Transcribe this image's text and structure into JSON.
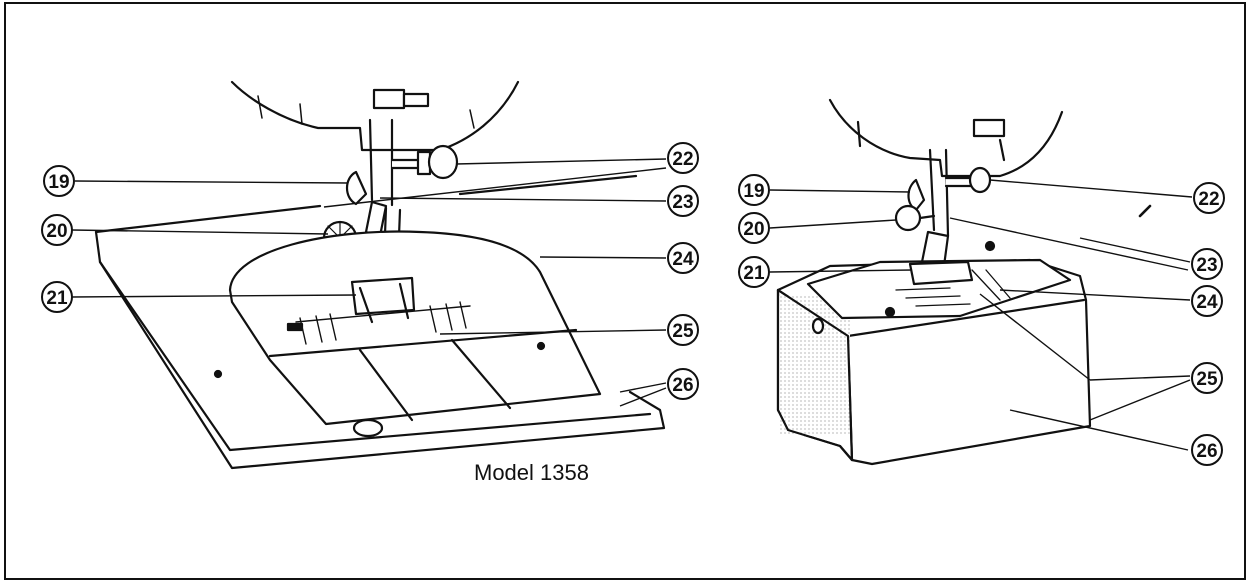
{
  "model_label": "Model 1358",
  "left_callouts": [
    {
      "id": "c19",
      "label": "19"
    },
    {
      "id": "c20",
      "label": "20"
    },
    {
      "id": "c21",
      "label": "21"
    },
    {
      "id": "c22",
      "label": "22"
    },
    {
      "id": "c23",
      "label": "23"
    },
    {
      "id": "c24",
      "label": "24"
    },
    {
      "id": "c25",
      "label": "25"
    },
    {
      "id": "c26",
      "label": "26"
    }
  ],
  "right_callouts": [
    {
      "id": "c19",
      "label": "19"
    },
    {
      "id": "c20",
      "label": "20"
    },
    {
      "id": "c21",
      "label": "21"
    },
    {
      "id": "c22",
      "label": "22"
    },
    {
      "id": "c23",
      "label": "23"
    },
    {
      "id": "c24",
      "label": "24"
    },
    {
      "id": "c25",
      "label": "25"
    },
    {
      "id": "c26",
      "label": "26"
    }
  ],
  "colors": {
    "ink": "#111111",
    "paper": "#ffffff",
    "shade": "#d9d9d9"
  }
}
